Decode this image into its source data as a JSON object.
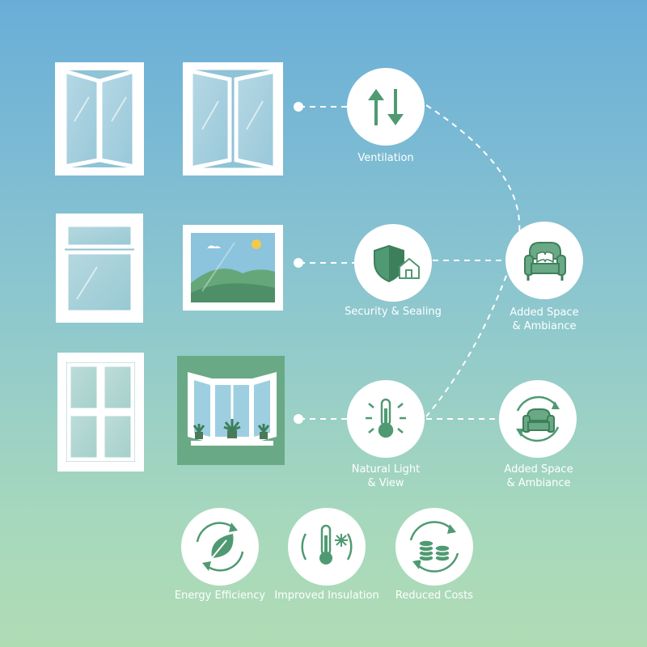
{
  "colors": {
    "accent_green": "#4f9a72",
    "dark_green": "#3e7f5b",
    "panel_green": "#6aa985",
    "white": "#ffffff"
  },
  "windows": [
    {
      "type": "casement-double-open",
      "icon": "casement-window-icon"
    },
    {
      "type": "casement-double-open-wide",
      "icon": "open-casement-window-icon"
    },
    {
      "type": "awning-transom",
      "icon": "awning-window-icon"
    },
    {
      "type": "picture-window-landscape",
      "icon": "picture-window-icon"
    },
    {
      "type": "grid-four-pane",
      "icon": "grid-window-icon"
    },
    {
      "type": "bay-window-plants",
      "icon": "bay-window-icon"
    }
  ],
  "benefits": {
    "ventilation": {
      "label": "Ventilation",
      "icon": "up-down-arrows-icon"
    },
    "security": {
      "label": "Security & Sealing",
      "icon": "shield-house-icon"
    },
    "natural_light": {
      "label_line1": "Natural Light",
      "label_line2": "& View",
      "icon": "thermometer-sun-icon"
    },
    "space_top": {
      "label_line1": "Added Space",
      "label_line2": "& Ambiance",
      "icon": "armchair-book-icon"
    },
    "space_bottom": {
      "label_line1": "Added Space",
      "label_line2": "& Ambiance",
      "icon": "armchair-cycle-icon"
    }
  },
  "bottom_benefits": [
    {
      "label": "Energy Efficiency",
      "icon": "leaf-cycle-icon"
    },
    {
      "label": "Improved Insulation",
      "icon": "thermometer-snowflake-icon"
    },
    {
      "label": "Reduced Costs",
      "icon": "coins-cycle-icon"
    }
  ]
}
